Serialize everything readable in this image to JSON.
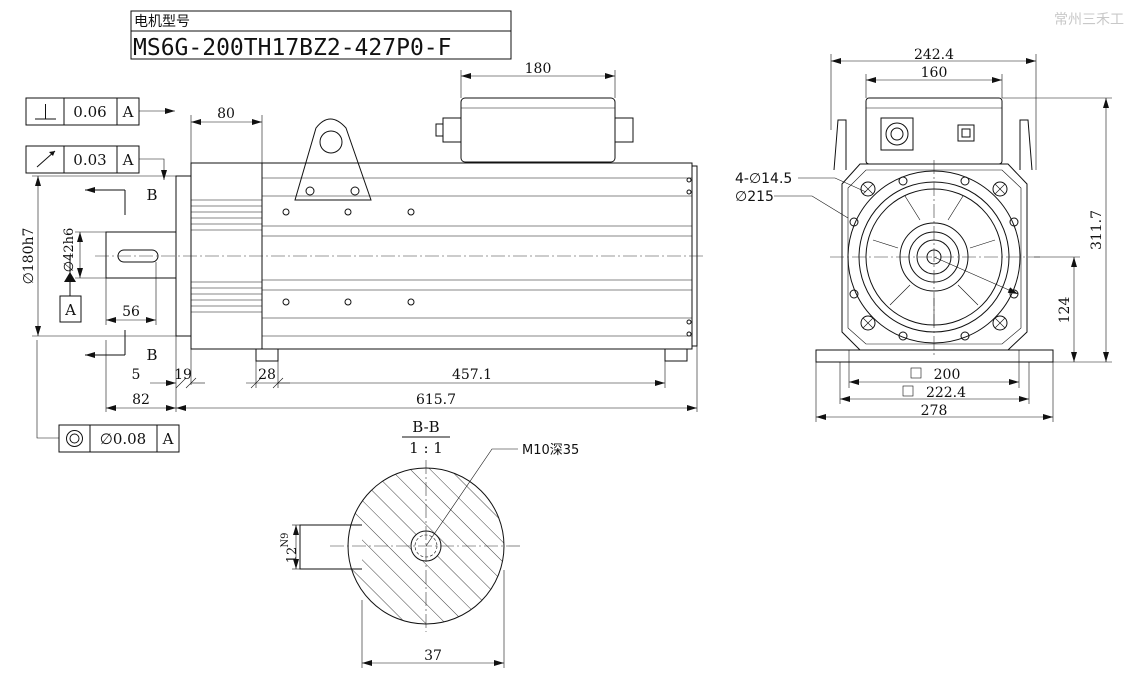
{
  "title_block": {
    "label": "电机型号",
    "model": "MS6G-200TH17BZ2-427P0-F"
  },
  "watermark": "常州三禾工",
  "tolerances": [
    {
      "symbol": "perpendicularity",
      "value": "0.06",
      "datum": "A"
    },
    {
      "symbol": "circular-runout",
      "value": "0.03",
      "datum": "A"
    },
    {
      "symbol": "concentricity",
      "value": "∅0.08",
      "datum": "A"
    }
  ],
  "datum_label": "A",
  "side_view": {
    "dims": {
      "box_width": "180",
      "flange_len": "80",
      "dia_flange": "∅180h7",
      "dia_shaft": "∅42h6",
      "key_len": "56",
      "d5": "5",
      "d19": "19",
      "d28": "28",
      "d457": "457.1",
      "d82": "82",
      "overall": "615.7"
    },
    "section_marks": [
      "B",
      "B"
    ]
  },
  "front_view": {
    "dims": {
      "w242": "242.4",
      "w160": "160",
      "holes": "4-∅14.5",
      "pcd": "∅215",
      "h311": "311.7",
      "h124": "124",
      "w200": "200",
      "w222": "222.4",
      "w278": "278",
      "square_symbol": "□"
    }
  },
  "section_view": {
    "title": "B-B",
    "scale": "1 : 1",
    "thread": "M10深35",
    "key_width": "12",
    "key_tol": "N9",
    "dia": "37"
  }
}
